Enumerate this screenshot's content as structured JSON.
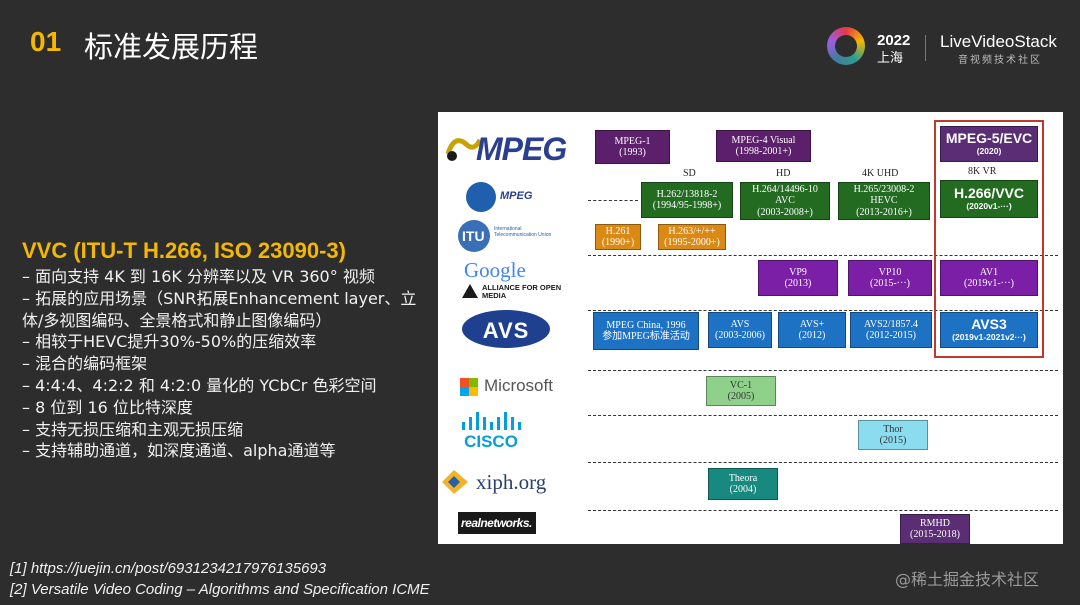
{
  "heading": {
    "number": "01",
    "title": "标准发展历程"
  },
  "event_logo": {
    "year": "2022",
    "city": "上海",
    "brand": "LiveVideoStack",
    "subtitle": "音视频技术社区"
  },
  "vvc": {
    "title": "VVC (ITU-T H.266, ISO 23090-3)",
    "bullets": [
      "– 面向支持 4K 到 16K 分辨率以及 VR 360° 视频",
      "– 拓展的应用场景（SNR拓展Enhancement layer、立体/多视图编码、全景格式和静止图像编码）",
      "– 相较于HEVC提升30%-50%的压缩效率",
      "– 混合的编码框架",
      "– 4:4:4、4:2:2 和 4:2:0 量化的 YCbCr 色彩空间",
      "– 8 位到 16 位比特深度",
      "– 支持无损压缩和主观无损压缩",
      "– 支持辅助通道，如深度通道、alpha通道等"
    ]
  },
  "references": [
    "[1] https://juejin.cn/post/6931234217976135693",
    "[2] Versatile Video Coding – Algorithms and Specification ICME"
  ],
  "watermark": "@稀土掘金技术社区",
  "diagram": {
    "orgs": {
      "mpeg": "MPEG",
      "itu_mpeg": "MPEG",
      "itu": "ITU",
      "itu_sub": "International Telecommunication Union",
      "google": "Google",
      "aom": "ALLIANCE FOR OPEN MEDIA",
      "avs": "AVS",
      "microsoft": "Microsoft",
      "cisco": "CISCO",
      "xiph": "xiph.org",
      "real": "realnetworks."
    },
    "column_labels": {
      "sd": "SD",
      "hd": "HD",
      "uhd": "4K UHD",
      "vr": "8K VR"
    },
    "boxes": {
      "mpeg1": {
        "name": "MPEG-1",
        "years": "(1993)"
      },
      "mpeg4": {
        "name": "MPEG-4 Visual",
        "years": "(1998-2001+)"
      },
      "evc": {
        "name": "MPEG-5/EVC",
        "years": "(2020)"
      },
      "h262": {
        "name": "H.262/13818-2",
        "years": "(1994/95-1998+)"
      },
      "h264": {
        "name": "H.264/14496-10",
        "name2": "AVC",
        "years": "(2003-2008+)"
      },
      "h265": {
        "name": "H.265/23008-2",
        "name2": "HEVC",
        "years": "(2013-2016+)"
      },
      "h266": {
        "name": "H.266/VVC",
        "years": "(2020v1-···)"
      },
      "h261": {
        "name": "H.261",
        "years": "(1990+)"
      },
      "h263": {
        "name": "H.263/+/++",
        "years": "(1995-2000+)"
      },
      "vp9": {
        "name": "VP9",
        "years": "(2013)"
      },
      "vp10": {
        "name": "VP10",
        "years": "(2015-···)"
      },
      "av1": {
        "name": "AV1",
        "years": "(2019v1-···)"
      },
      "mpegchina": {
        "name": "MPEG China, 1996",
        "years": "参加MPEG标准活动"
      },
      "avs1": {
        "name": "AVS",
        "years": "(2003-2006)"
      },
      "avsplus": {
        "name": "AVS+",
        "years": "(2012)"
      },
      "avs2": {
        "name": "AVS2/1857.4",
        "years": "(2012-2015)"
      },
      "avs3": {
        "name": "AVS3",
        "years": "(2019v1-2021v2···)"
      },
      "vc1": {
        "name": "VC-1",
        "years": "(2005)"
      },
      "thor": {
        "name": "Thor",
        "years": "(2015)"
      },
      "theora": {
        "name": "Theora",
        "years": "(2004)"
      },
      "rmhd": {
        "name": "RMHD",
        "years": "(2015-2018)"
      }
    }
  }
}
